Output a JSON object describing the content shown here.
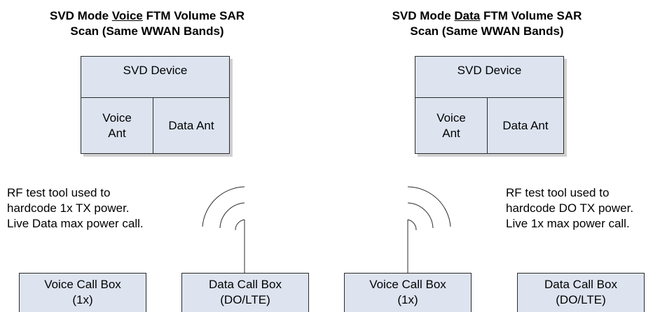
{
  "left": {
    "title_line1_prefix": "SVD Mode ",
    "title_line1_mode": "Voice",
    "title_line1_suffix": " FTM Volume SAR",
    "title_line2": "Scan (Same WWAN Bands)",
    "device_label": "SVD Device",
    "voice_ant_line1": "Voice",
    "voice_ant_line2": "Ant",
    "data_ant": "Data Ant",
    "note_lines": [
      "RF test tool used to",
      "hardcode 1x TX power.",
      "Live Data max power call."
    ],
    "voice_box_line1": "Voice Call Box",
    "voice_box_line2": "(1x)",
    "data_box_line1": "Data Call Box",
    "data_box_line2": "(DO/LTE)"
  },
  "right": {
    "title_line1_prefix": "SVD Mode ",
    "title_line1_mode": "Data",
    "title_line1_suffix": " FTM Volume SAR",
    "title_line2": "Scan (Same WWAN Bands)",
    "device_label": "SVD Device",
    "voice_ant_line1": "Voice",
    "voice_ant_line2": "Ant",
    "data_ant": "Data Ant",
    "note_lines": [
      "RF test tool used to",
      "hardcode DO TX power.",
      "Live 1x max power call."
    ],
    "voice_box_line1": "Voice Call Box",
    "voice_box_line2": "(1x)",
    "data_box_line1": "Data Call Box",
    "data_box_line2": "(DO/LTE)"
  },
  "colors": {
    "box_fill": "#dde4f0",
    "border": "#2b2b2b",
    "shadow": "#d0d0d0"
  }
}
